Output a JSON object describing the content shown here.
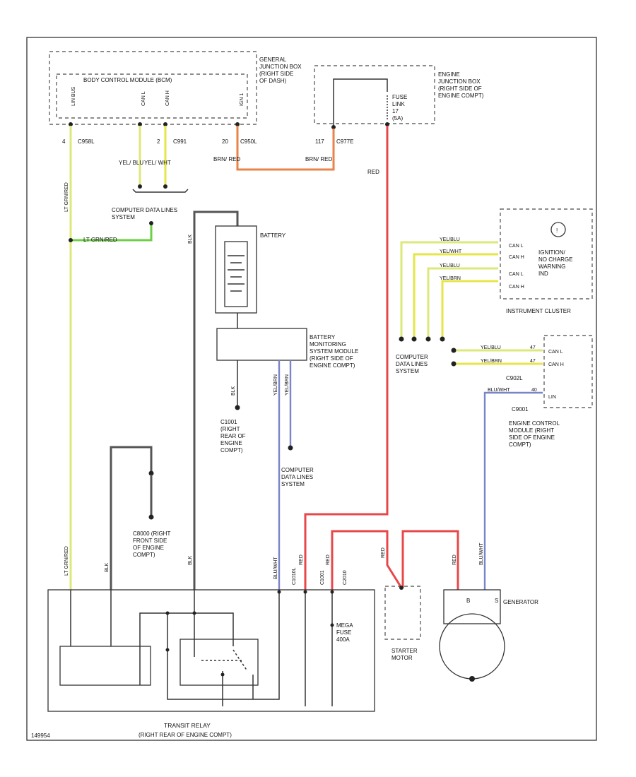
{
  "labels": {
    "gjb_title": "GENERAL JUNCTION BOX (RIGHT SIDE OF DASH)",
    "bcm": "BODY CONTROL MODULE (BCM)",
    "ejb_title": "ENGINE JUNCTION BOX (RIGHT SIDE OF ENGINE COMPT)",
    "fuse": "FUSE LINK 17 (5A)",
    "c958l": "C958L",
    "c991": "C991",
    "c950l": "C950L",
    "c977e": "C977E",
    "pin4": "4",
    "pin2": "2",
    "pin20": "20",
    "pin117": "117",
    "w_yelblu": "YEL/ BLU",
    "w_yelwht": "YEL/ WHT",
    "w_brnred1": "BRN/ RED",
    "w_brnred2": "BRN/ RED",
    "w_red": "RED",
    "cdls_top": "COMPUTER DATA LINES SYSTEM",
    "w_ltgrnred": "LT GRN/RED",
    "battery": "BATTERY",
    "bms": "BATTERY MONITORING SYSTEM MODULE (RIGHT SIDE OF ENGINE COMPT)",
    "c1001": "C1001 (RIGHT REAR OF ENGINE COMPT)",
    "cdls_mid": "COMPUTER DATA LINES SYSTEM",
    "cdls_right": "COMPUTER DATA LINES SYSTEM",
    "c8000": "C8000 (RIGHT FRONT SIDE OF ENGINE COMPT)",
    "ic_warn": "IGNITION/ NO CHARGE WARNING IND",
    "instrument": "INSTRUMENT CLUSTER",
    "ecm": "ENGINE CONTROL MODULE (RIGHT SIDE OF ENGINE COMPT)",
    "c902l": "C902L",
    "c9001": "C9001",
    "yelblu_a": "YEL/BLU",
    "yelwht_a": "YEL/WHT",
    "yelblu_b": "YEL/BLU",
    "yelbrn_b": "YEL/BRN",
    "yelblu_c": "YEL/BLU",
    "yelbrn_c": "YEL/BRN",
    "p47a": "47",
    "p47b": "47",
    "pin40": "40",
    "ic_canl1": "CAN L",
    "ic_canh1": "CAN H",
    "ic_canl2": "CAN L",
    "ic_canh2": "CAN H",
    "ecm_canl": "CAN L",
    "ecm_canh": "CAN H",
    "ecm_lin": "LIN",
    "w_bluwht": "BLU/WHT",
    "mega_fuse": "MEGA FUSE 400A",
    "starter": "STARTER MOTOR",
    "generator": "GENERATOR",
    "gen_b": "B",
    "gen_s": "S",
    "transit": "TRANSIT RELAY",
    "transit_loc": "(RIGHT REAR OF ENGINE COMPT)",
    "footer": "149954",
    "v_ltgrnred1": "LT GRN/RED",
    "v_ltgrnred2": "LT GRN/RED",
    "v_yelbrn": "YEL/BRN",
    "v_yelbrn2": "YEL/BRN",
    "v_blk": "BLK",
    "v_blk2": "BLK",
    "v_blk3": "BLK",
    "v_blk4": "BLK",
    "v_red1": "RED",
    "v_red2": "RED",
    "v_red3": "RED",
    "v_red4": "RED",
    "v_bluwht": "BLU/WHT",
    "v_c1010l": "C1010L",
    "v_c1001": "C1001",
    "v_c2010": "C2010",
    "bcm_pin1": "LIN BUS",
    "bcm_pin2": "CAN L",
    "bcm_pin3": "CAN H",
    "bcm_pin4": "IGN 1"
  }
}
